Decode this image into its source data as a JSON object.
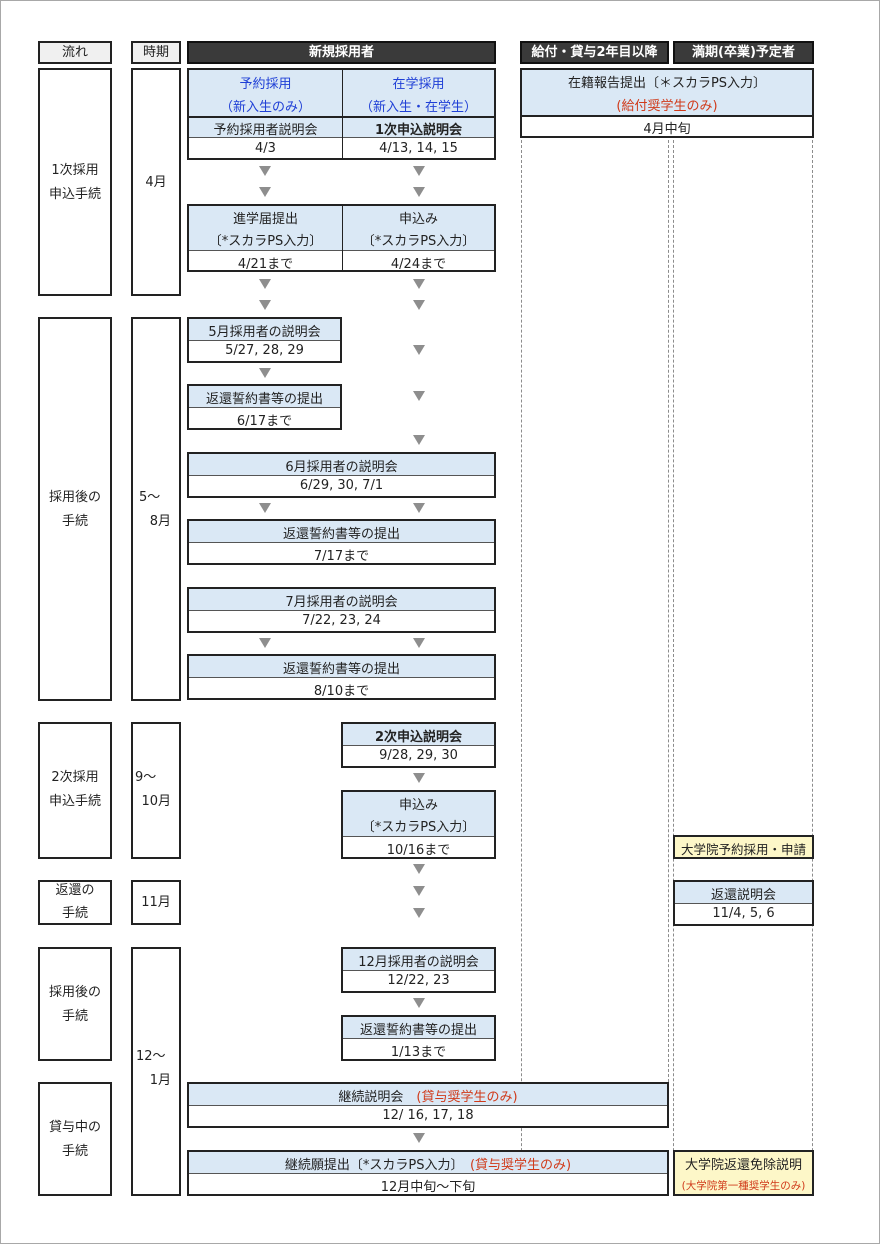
{
  "headers": {
    "flow": "流れ",
    "period": "時期",
    "new": "新規採用者",
    "continuing": "給付・貸与2年目以降",
    "graduating": "満期(卒業)予定者"
  },
  "stages": [
    {
      "label_lines": [
        "1次採用",
        "申込手続"
      ],
      "period_lines": [
        "4月"
      ]
    },
    {
      "label_lines": [
        "採用後の",
        "手続"
      ],
      "period_lines": [
        "5～",
        "8月"
      ]
    },
    {
      "label_lines": [
        "2次採用",
        "申込手続"
      ],
      "period_lines": [
        "9～",
        "10月"
      ]
    },
    {
      "label_lines": [
        "返還の",
        "手続"
      ],
      "period_lines": [
        "11月"
      ]
    },
    {
      "label_lines": [
        "採用後の",
        "手続"
      ],
      "period_lines": [
        "12～",
        "1月"
      ]
    },
    {
      "label_lines": [
        "貸与中の",
        "手続"
      ]
    }
  ],
  "first_round": {
    "reserved": {
      "title": "予約採用",
      "sub": "（新入生のみ）",
      "event": "予約採用者説明会",
      "date": "4/3"
    },
    "enrolled": {
      "title": "在学採用",
      "sub": "（新入生・在学生）",
      "event": "1次申込説明会",
      "date": "4/13, 14, 15"
    },
    "reserved_submit": {
      "title": "進学届提出",
      "sub": "〔*スカラPS入力〕",
      "date": "4/21まで"
    },
    "enrolled_submit": {
      "title": "申込み",
      "sub": "〔*スカラPS入力〕",
      "date": "4/24まで"
    },
    "enrollment_report": {
      "title": "在籍報告提出〔＊スカラPS入力〕",
      "note": "(給付奨学生のみ)",
      "date": "4月中旬"
    }
  },
  "after_adoption": [
    {
      "title": "5月採用者の説明会",
      "date": "5/27, 28, 29"
    },
    {
      "title": "返還誓約書等の提出",
      "date": "6/17まで"
    },
    {
      "title": "6月採用者の説明会",
      "date": "6/29, 30, 7/1"
    },
    {
      "title": "返還誓約書等の提出",
      "date": "7/17まで"
    },
    {
      "title": "7月採用者の説明会",
      "date": "7/22, 23, 24"
    },
    {
      "title": "返還誓約書等の提出",
      "date": "8/10まで"
    }
  ],
  "second_round": {
    "briefing": {
      "title": "2次申込説明会",
      "date": "9/28, 29, 30"
    },
    "apply": {
      "title": "申込み",
      "sub": "〔*スカラPS入力〕",
      "date": "10/16まで"
    }
  },
  "graduate": {
    "grad_school_apply": "大学院予約採用・申請",
    "repayment_briefing": {
      "title": "返還説明会",
      "date": "11/4, 5, 6"
    },
    "exemption": {
      "title": "大学院返還免除説明",
      "note": "(大学院第一種奨学生のみ)"
    }
  },
  "december": [
    {
      "title": "12月採用者の説明会",
      "date": "12/22, 23"
    },
    {
      "title": "返還誓約書等の提出",
      "date": "1/13まで"
    }
  ],
  "loan_continuing": {
    "briefing": {
      "title": "継続説明会　",
      "note": "(貸与奨学生のみ)",
      "date": "12/ 16, 17, 18"
    },
    "submit": {
      "title": "継続願提出〔*スカラPS入力〕　",
      "note": "(貸与奨学生のみ)",
      "date": "12月中旬～下旬"
    }
  },
  "colors": {
    "header_dark": "#3a3a3a",
    "cell_blue": "#dae8f5",
    "cell_yellow": "#fdf7c8",
    "accent_red": "#d03a1a",
    "accent_blue": "#1f3fd6",
    "arrow": "#8e8e8e"
  }
}
